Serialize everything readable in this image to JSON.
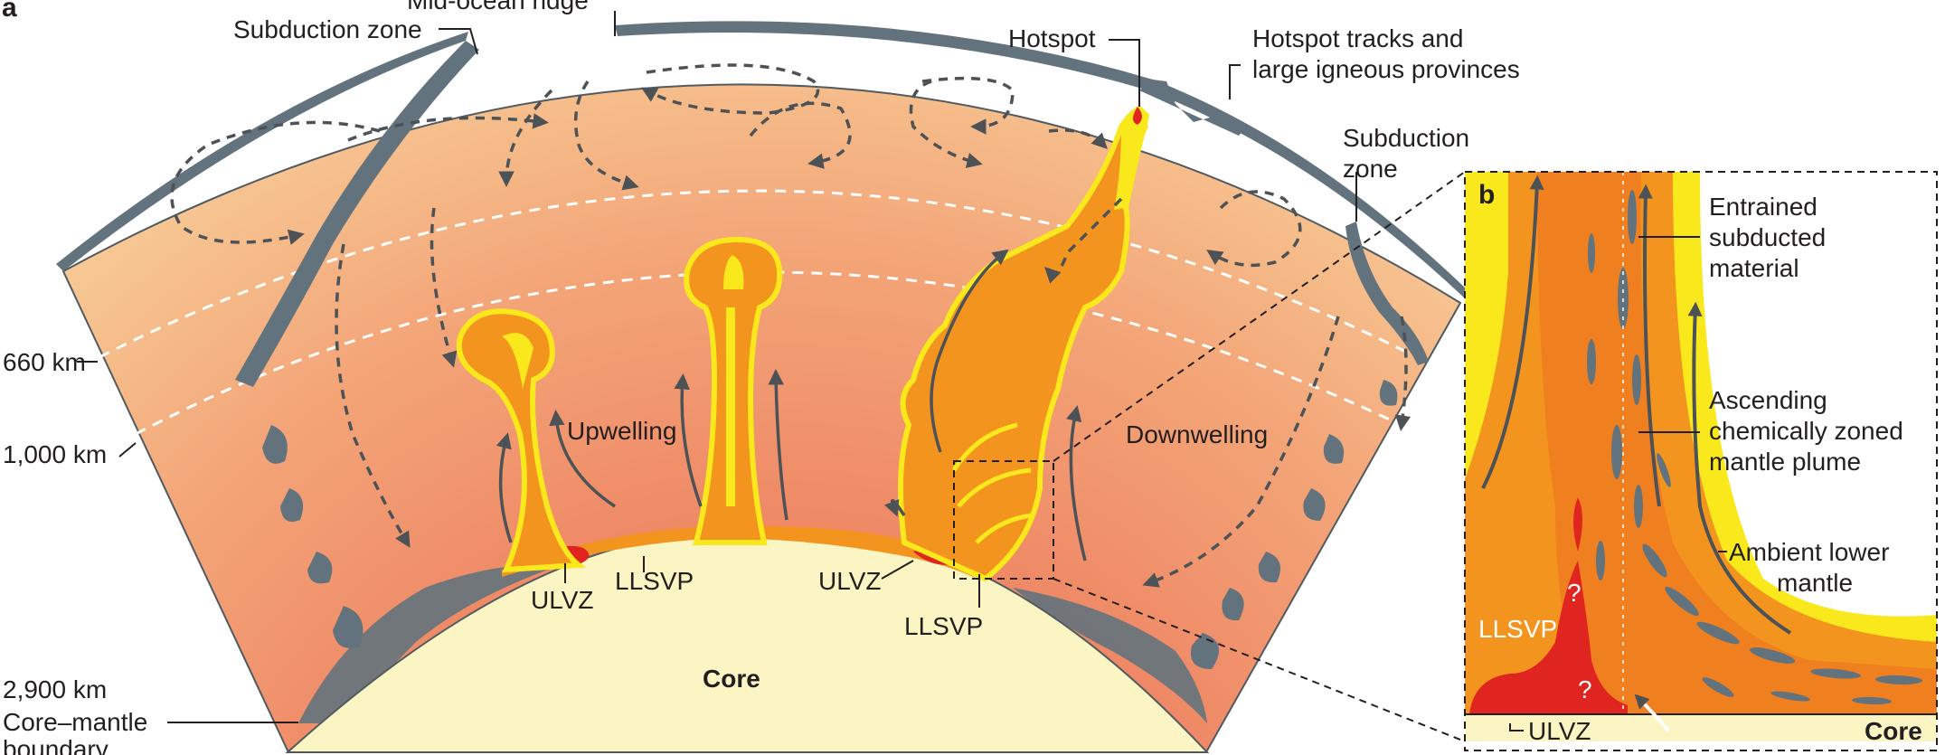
{
  "panel_a": {
    "letter": "a",
    "labels": {
      "mid_ocean_ridge": "Mid-ocean ridge",
      "subduction_zone_left": "Subduction zone",
      "hotspot": "Hotspot",
      "hotspot_tracks_line1": "Hotspot tracks and",
      "hotspot_tracks_line2": "large igneous provinces",
      "subduction_zone_right_line1": "Subduction",
      "subduction_zone_right_line2": "zone",
      "upwelling": "Upwelling",
      "downwelling": "Downwelling",
      "ulvz_left": "ULVZ",
      "llsvp_left": "LLSVP",
      "ulvz_right": "ULVZ",
      "llsvp_right": "LLSVP",
      "core": "Core"
    },
    "depth_labels": {
      "d660": "660 km",
      "d1000": "1,000 km",
      "d2900": "2,900 km",
      "cmb_line1": "Core–mantle",
      "cmb_line2": "boundary"
    }
  },
  "panel_b": {
    "letter": "b",
    "labels": {
      "entrained_line1": "Entrained",
      "entrained_line2": "subducted",
      "entrained_line3": "material",
      "ascending_line1": "Ascending",
      "ascending_line2": "chemically zoned",
      "ascending_line3": "mantle plume",
      "ambient_line1": "Ambient lower",
      "ambient_line2": "mantle",
      "llsvp": "LLSVP",
      "ulvz": "ULVZ",
      "core": "Core",
      "question1": "?",
      "question2": "?"
    }
  },
  "colors": {
    "mantle_light": "#f6c08e",
    "mantle_deep": "#ef8a63",
    "slab": "#63737d",
    "core": "#fbf5c4",
    "plume_orange": "#f3941f",
    "plume_yellow": "#f9e81c",
    "ulvz_red": "#e0241f",
    "arrow": "#4d5257"
  }
}
